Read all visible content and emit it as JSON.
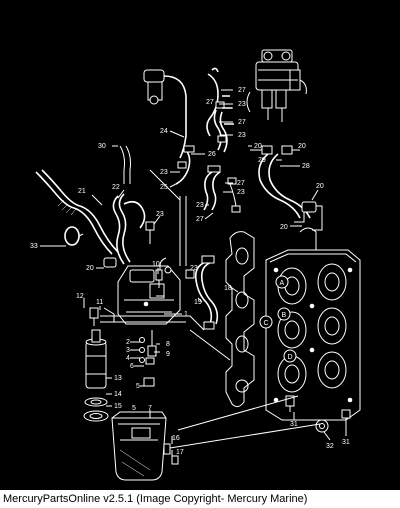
{
  "diagram": {
    "callouts": {
      "c1": "1",
      "c2": "2",
      "c3": "3",
      "c4": "4",
      "c5": "5",
      "c6": "6",
      "c7": "7",
      "c8": "8",
      "c9": "9",
      "c10": "10",
      "c11": "11",
      "c12": "12",
      "c13": "13",
      "c14": "14",
      "c15": "15",
      "c16": "16",
      "c17": "17",
      "c18": "18",
      "c19": "19",
      "c20": "20",
      "c21": "21",
      "c22": "22",
      "c23": "23",
      "c24": "24",
      "c25": "25",
      "c26": "26",
      "c27": "27",
      "c28": "28",
      "c29": "29",
      "c30": "30",
      "c31": "31",
      "c32": "32",
      "c33": "33"
    },
    "markers": {
      "a": "A",
      "b": "B",
      "c": "C",
      "d": "D"
    }
  },
  "footer": {
    "caption": "MercuryPartsOnline v2.5.1 (Image Copyright- Mercury Marine)"
  }
}
